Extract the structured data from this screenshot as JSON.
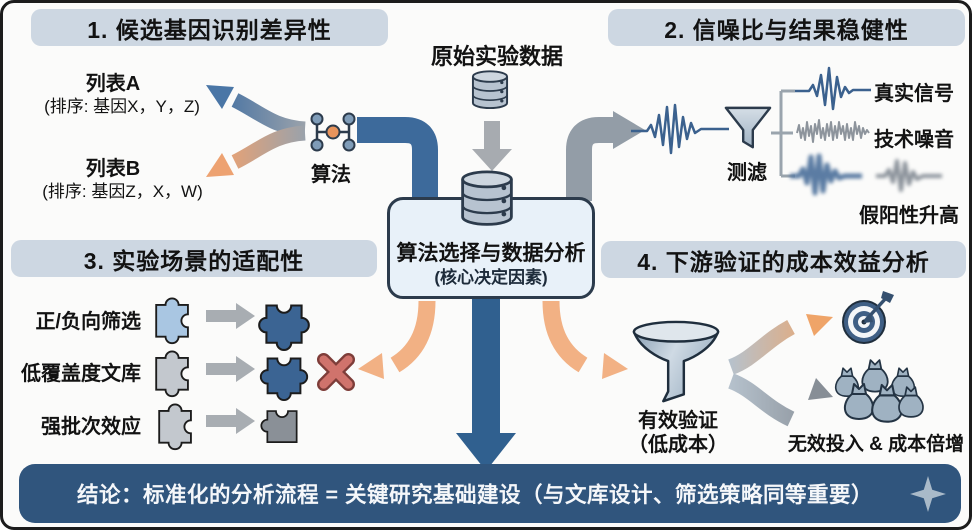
{
  "section1": {
    "title": "1. 候选基因识别差异性",
    "list_a_title": "列表A",
    "list_a_detail": "(排序: 基因X，Y，Z)",
    "list_b_title": "列表B",
    "list_b_detail": "(排序: 基因Z，X，W)",
    "algorithm_label": "算法"
  },
  "section2": {
    "title": "2. 信噪比与结果稳健性",
    "filter_label": "测滤",
    "signal_true": "真实信号",
    "signal_noise": "技术噪音",
    "signal_false_positive": "假阳性升高"
  },
  "center": {
    "raw_data_label": "原始实验数据",
    "box_title": "算法选择与数据分析",
    "box_subtitle": "(核心决定因素)"
  },
  "section3": {
    "title": "3. 实验场景的适配性",
    "rows": [
      {
        "label": "正/负向筛选"
      },
      {
        "label": "低覆盖度文库"
      },
      {
        "label": "强批次效应"
      }
    ]
  },
  "section4": {
    "title": "4. 下游验证的成本效益分析",
    "funnel_title": "有效验证",
    "funnel_subtitle": "（低成本）",
    "waste_label": "无效投入 & 成本倍增"
  },
  "conclusion": {
    "text": "结论：标准化的分析流程 = 关键研究基础建设（与文库设计、筛选策略同等重要）"
  },
  "colors": {
    "accent_blue": "#3d6a9b",
    "accent_orange": "#f2b184",
    "accent_gray": "#939da7",
    "dark_navy": "#2c3b4c",
    "header_bg": "#cdd7e2",
    "box_fill": "#e8f1f9",
    "conclusion_bg": "#30557d",
    "red_x": "#d0736c"
  }
}
